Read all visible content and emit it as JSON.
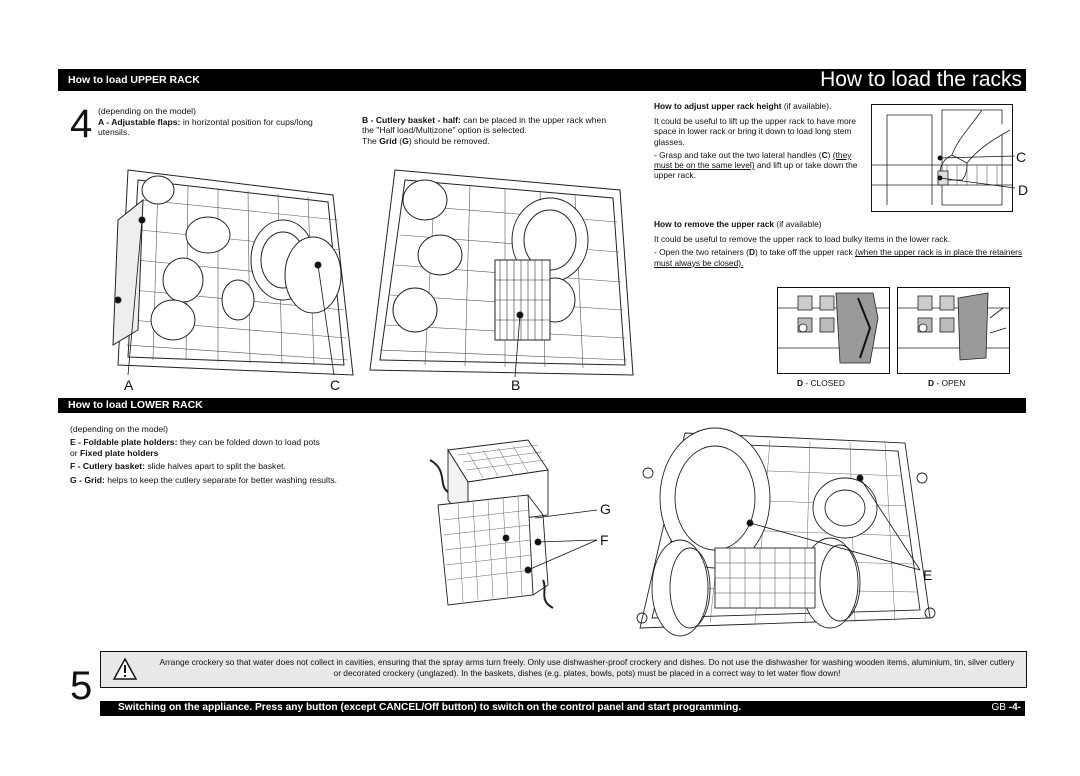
{
  "header": {
    "upper_rack_title": "How to load UPPER RACK",
    "page_title": "How to load the racks"
  },
  "step4": {
    "number": "4",
    "depending": "(depending on the model)",
    "a_label": "A - Adjustable flaps:",
    "a_text": " in horizontal position for cups/long utensils.",
    "b_label": "B - Cutlery basket - half:",
    "b_text": " can be placed in the upper rack when the \"Half load/Multizone\" option is selected.",
    "grid_text_1": "The ",
    "grid_bold": "Grid",
    "grid_text_2": " (",
    "grid_g": "G",
    "grid_text_3": ") should be removed.",
    "label_a": "A",
    "label_c": "C",
    "label_b": "B"
  },
  "adjust": {
    "title": "How to adjust upper rack height",
    "title_suffix": " (if available).",
    "p1": "It could be useful to lift up the upper rack to have more space in lower rack or bring it down to load long stem glasses.",
    "p2_a": "- Grasp and take out the two lateral handles (",
    "p2_c": "C",
    "p2_b": ")",
    "p2_under": "(they must be on the same level)",
    "p2_rest": " and lift up or take down the upper rack.",
    "label_c": "C",
    "label_d": "D"
  },
  "remove": {
    "title": "How to remove the upper rack",
    "title_suffix": " (if available)",
    "p1": "It could be useful to remove the upper rack to load bulky items in the lower rack.",
    "p2_a": "- Open the two retainers (",
    "p2_d": "D",
    "p2_b": ") to take off the upper rack ",
    "p2_under": "(when the upper rack is in place the retainers must always be closed).",
    "closed_d": "D",
    "closed_label": " - CLOSED",
    "open_d": "D",
    "open_label": " - OPEN"
  },
  "lower": {
    "title": "How to load LOWER RACK",
    "depending": "(depending on the model)",
    "e_label": "E - Foldable plate holders:",
    "e_text": " they can be folded down to load pots",
    "e_or": "or ",
    "e_fixed": "Fixed plate holders",
    "f_label": "F - Cutlery basket:",
    "f_text": " slide halves apart to split the basket.",
    "g_label": "G - Grid:",
    "g_text": " helps to keep the cutlery separate for better washing results.",
    "label_g": "G",
    "label_f": "F",
    "label_e": "E"
  },
  "step5": {
    "number": "5",
    "warning_icon": "warning-triangle-icon",
    "warning": "Arrange crockery so that water does not collect in cavities, ensuring that the spray arms turn freely. Only use dishwasher-proof crockery and dishes. Do not use the dishwasher for washing wooden items, aluminium, tin, silver cutlery or decorated crockery (unglazed). In the baskets, dishes (e.g. plates, bowls, pots) must be placed in a correct way to let water flow down!",
    "switching": "Switching on the appliance. Press any button (except CANCEL/Off button) to switch on the control panel and start programming.",
    "page_gb": "GB",
    "page_num": "-4-"
  }
}
